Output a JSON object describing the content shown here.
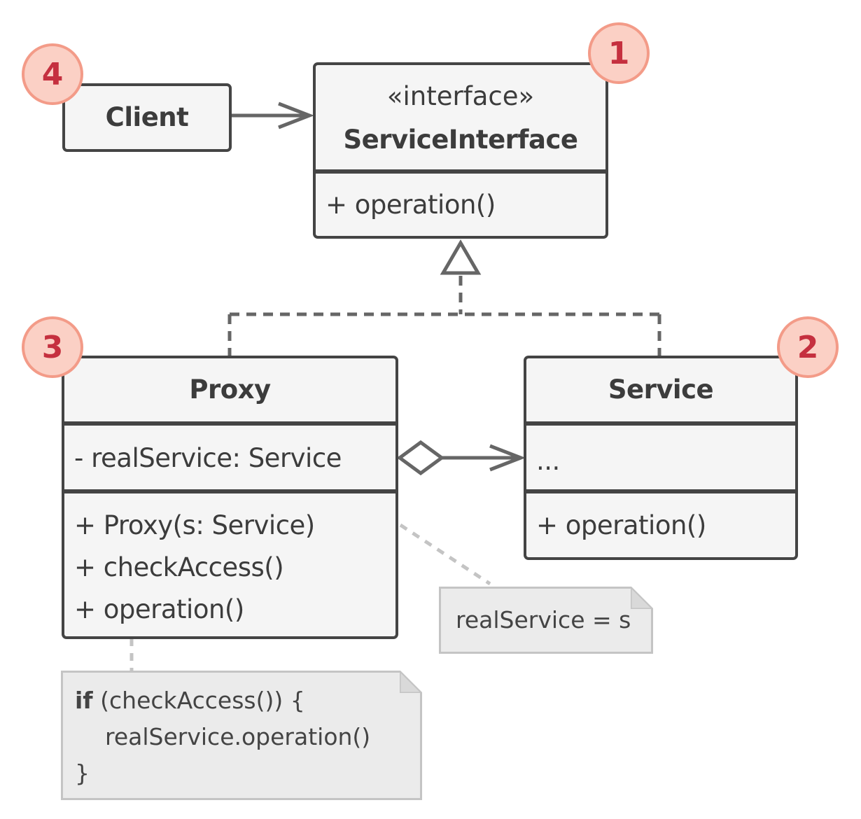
{
  "client": {
    "title": "Client"
  },
  "service_interface": {
    "stereotype": "«interface»",
    "title": "ServiceInterface",
    "methods": [
      "+ operation()"
    ]
  },
  "proxy": {
    "title": "Proxy",
    "fields": [
      "- realService: Service"
    ],
    "methods": [
      "+ Proxy(s: Service)",
      "+ checkAccess()",
      "+ operation()"
    ]
  },
  "service": {
    "title": "Service",
    "fields": [
      "..."
    ],
    "methods": [
      "+ operation()"
    ]
  },
  "notes": {
    "constructor_note": "realService = s",
    "operation_note": {
      "keyword": "if",
      "line1_rest": " (checkAccess()) {",
      "line2": "realService.operation()",
      "line3": "}"
    }
  },
  "badges": {
    "service_interface": "1",
    "service": "2",
    "proxy": "3",
    "client": "4"
  },
  "colors": {
    "box_fill": "#f5f5f5",
    "box_border": "#444444",
    "connector": "#666666",
    "note_fill": "#ebebeb",
    "note_border": "#c4c4c4",
    "badge_fill": "#fbd0c5",
    "badge_border": "#f39b88",
    "badge_text": "#c5303f"
  }
}
